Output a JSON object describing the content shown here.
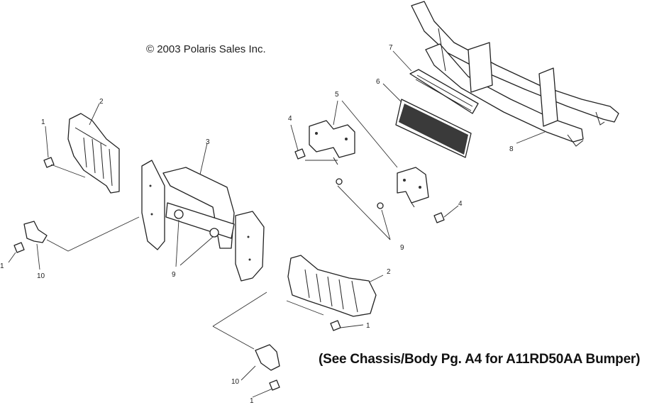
{
  "copyright": "© 2003 Polaris Sales Inc.",
  "note": "(See Chassis/Body Pg. A4 for A11RD50AA Bumper)",
  "callouts": [
    {
      "id": "c1a",
      "label": "1"
    },
    {
      "id": "c1b",
      "label": "1"
    },
    {
      "id": "c1c",
      "label": "1"
    },
    {
      "id": "c1d",
      "label": "1"
    },
    {
      "id": "c2a",
      "label": "2"
    },
    {
      "id": "c2b",
      "label": "2"
    },
    {
      "id": "c3",
      "label": "3"
    },
    {
      "id": "c4a",
      "label": "4"
    },
    {
      "id": "c4b",
      "label": "4"
    },
    {
      "id": "c5",
      "label": "5"
    },
    {
      "id": "c6",
      "label": "6"
    },
    {
      "id": "c7",
      "label": "7"
    },
    {
      "id": "c8",
      "label": "8"
    },
    {
      "id": "c9a",
      "label": "9"
    },
    {
      "id": "c9b",
      "label": "9"
    },
    {
      "id": "c10a",
      "label": "10"
    },
    {
      "id": "c10b",
      "label": "10"
    }
  ]
}
